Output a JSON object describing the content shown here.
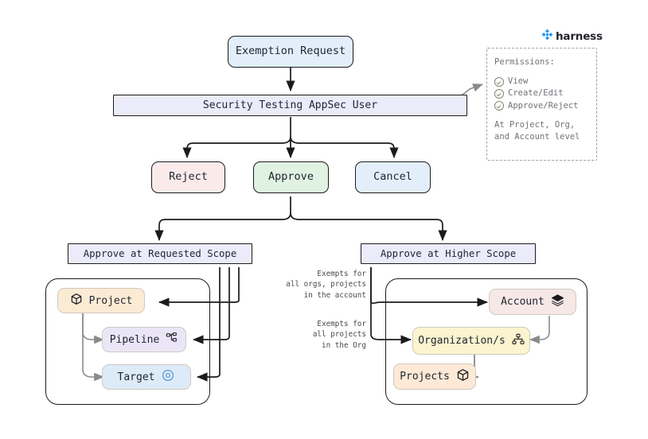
{
  "brand": {
    "name": "harness",
    "logo_icon": "harness-diamond-icon",
    "color": "#2196f3"
  },
  "nodes": {
    "exemption_request": {
      "label": "Exemption Request",
      "color": "#e2effb"
    },
    "security_user": {
      "label": "Security Testing AppSec User",
      "color": "#ecebfa"
    },
    "reject": {
      "label": "Reject",
      "color": "#fbeaea"
    },
    "approve": {
      "label": "Approve",
      "color": "#e0f2e2"
    },
    "cancel": {
      "label": "Cancel",
      "color": "#e2effb"
    },
    "approve_requested_scope": {
      "label": "Approve at Requested Scope",
      "color": "#ecebfa"
    },
    "approve_higher_scope": {
      "label": "Approve at Higher Scope",
      "color": "#ecebfa"
    }
  },
  "requested_scope_group": {
    "items": [
      {
        "label": "Project",
        "icon": "cube-icon",
        "color": "#fcebd4"
      },
      {
        "label": "Pipeline",
        "icon": "pipeline-icon",
        "color": "#eae6f8"
      },
      {
        "label": "Target",
        "icon": "target-icon",
        "color": "#ddeaf8"
      }
    ]
  },
  "higher_scope_group": {
    "items": [
      {
        "label": "Account",
        "icon": "layers-icon",
        "color": "#f7e8e8"
      },
      {
        "label": "Organization/s",
        "icon": "orgchart-icon",
        "color": "#fcf4cf"
      },
      {
        "label": "Projects",
        "icon": "cube-icon",
        "color": "#fde9d6"
      }
    ]
  },
  "annotations": {
    "account_note": "Exempts for\nall orgs, projects\nin the account",
    "org_note": "Exempts for\nall projects\nin the Org"
  },
  "permissions": {
    "header": "Permissions:",
    "items": [
      {
        "label": "View",
        "icon": "check-circle-icon"
      },
      {
        "label": "Create/Edit",
        "icon": "check-circle-icon"
      },
      {
        "label": "Approve/Reject",
        "icon": "check-circle-icon"
      }
    ],
    "footer_line1": "At Project, Org,",
    "footer_line2": "and Account level"
  }
}
